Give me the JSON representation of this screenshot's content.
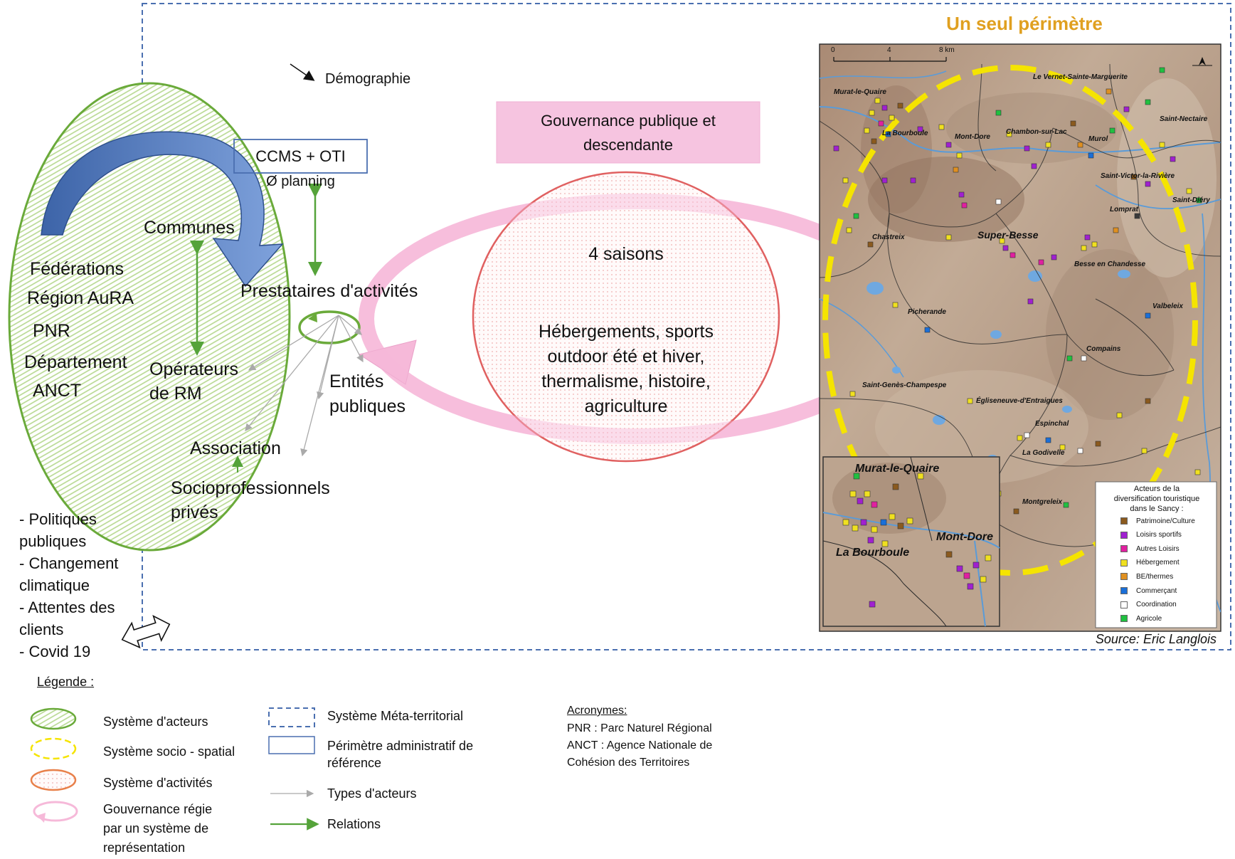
{
  "demography": "Démographie",
  "governance_box": {
    "line1": "Gouvernance publique et",
    "line2": "descendante"
  },
  "ccms": {
    "title": "CCMS + OTI",
    "sub": "Ø planning"
  },
  "actors": {
    "communes": "Communes",
    "prestataires": "Prestataires d'activités",
    "operateurs_1": "Opérateurs",
    "operateurs_2": "de RM",
    "entites_1": "Entités",
    "entites_2": "publiques",
    "association": "Association",
    "socio_1": "Socioprofessionnels",
    "socio_2": "privés"
  },
  "left_actors": [
    "Fédérations",
    "Région AuRA",
    "PNR",
    "Département",
    "ANCT"
  ],
  "activities": {
    "title": "4 saisons",
    "lines": [
      "Hébergements, sports",
      "outdoor été et hiver,",
      "thermalisme, histoire,",
      "agriculture"
    ]
  },
  "external_factors": [
    "- Politiques",
    "publiques",
    "- Changement",
    "climatique",
    "- Attentes des",
    "clients",
    "- Covid 19"
  ],
  "map": {
    "title": "Un seul périmètre",
    "source": "Source: Eric Langlois",
    "scale": [
      "0",
      "4",
      "8 km"
    ],
    "towns": [
      "Murat-le-Quaire",
      "La Bourboule",
      "Mont-Dore",
      "Chambon-sur-Lac",
      "Murol",
      "Saint-Nectaire",
      "Le Vernet-Sainte-Marguerite",
      "Saint-Victor-la-Rivière",
      "Saint-Diéry",
      "Lomprat",
      "Chastreix",
      "Super-Besse",
      "Besse en Chandesse",
      "Picherande",
      "Valbeleix",
      "Compains",
      "Saint-Genès-Champespe",
      "Égliseneuve-d'Entraigues",
      "Espinchal",
      "La Godivelle",
      "Montgreleix"
    ],
    "inset_towns": [
      "Murat-le-Quaire",
      "Mont-Dore",
      "La Bourboule"
    ],
    "legend_title": [
      "Acteurs de la",
      "diversification touristique",
      "dans le Sancy :"
    ],
    "legend": [
      {
        "label": "Patrimoine/Culture",
        "color": "#8b5a1e"
      },
      {
        "label": "Loisirs sportifs",
        "color": "#a020d0"
      },
      {
        "label": "Autres Loisirs",
        "color": "#e020a0"
      },
      {
        "label": "Hébergement",
        "color": "#f0e020"
      },
      {
        "label": "BE/thermes",
        "color": "#e09020"
      },
      {
        "label": "Commerçant",
        "color": "#1a6fd8"
      },
      {
        "label": "Coordination",
        "color": "#ffffff"
      },
      {
        "label": "Agricole",
        "color": "#20c040"
      }
    ]
  },
  "legend": {
    "title": "Légende :",
    "items": [
      "Système d'acteurs",
      "Système socio - spatial",
      "Système d'activités",
      "Gouvernance régie",
      "par un système de",
      "représentation"
    ],
    "items2": [
      "Système Méta-territorial",
      "Périmètre administratif de",
      "référence",
      "Types d'acteurs",
      "Relations"
    ],
    "acronyms_title": "Acronymes:",
    "acronyms": [
      "PNR : Parc Naturel Régional",
      "ANCT : Agence Nationale de",
      "Cohésion des Territoires"
    ]
  },
  "colors": {
    "actors_green": "#6aaa3a",
    "meta_blue": "#4a6fb0",
    "activity_red": "#e06060",
    "governance_pink": "#f6b9d9",
    "perimeter_yellow": "#f5e400",
    "map_title_orange": "#e0a020"
  }
}
